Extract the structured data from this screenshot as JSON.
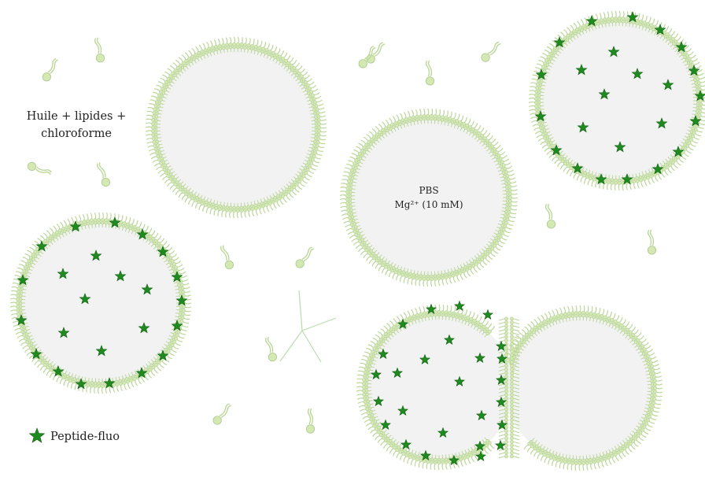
{
  "labels": {
    "oil_line1": "Huile + lipides +",
    "oil_line2": "chloroforme",
    "buffer_line1": "PBS",
    "buffer_line2": "Mg²⁺ (10 mM)",
    "legend": "Peptide-fluo"
  },
  "colors": {
    "lipid_head": "#d4e8b4",
    "lipid_head_stroke": "#a9c98a",
    "lipid_tail": "#bcd79a",
    "vesicle_fill": "#f2f2f2",
    "peptide_star": "#1f8a1f",
    "peptide_star_stroke": "#0f5f0f",
    "fiber": "#b8dcb0"
  },
  "elements": {
    "vesicle_empty_top": {
      "peptides": false
    },
    "vesicle_buffer_center": {
      "peptides": false
    },
    "vesicle_peptide_topright": {
      "peptides": true
    },
    "vesicle_peptide_left": {
      "peptides": true
    },
    "fused_pair": {
      "left_peptides": true,
      "right_peptides": false
    },
    "legend_icon": "star-icon"
  }
}
